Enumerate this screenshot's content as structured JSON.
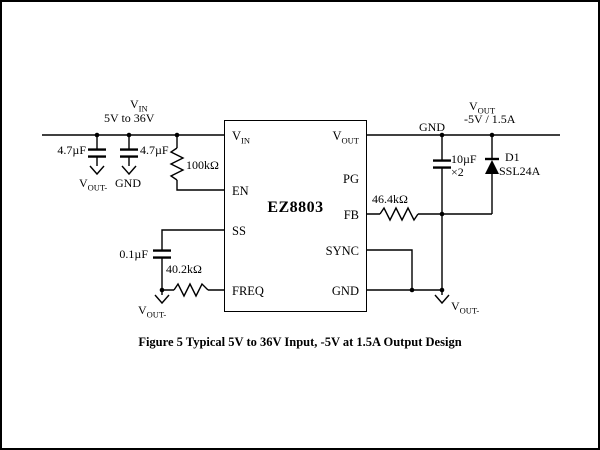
{
  "figure": {
    "caption": "Figure 5 Typical 5V to 36V Input, -5V at 1.5A Output Design"
  },
  "colors": {
    "line": "#000000",
    "background": "#ffffff"
  },
  "ic": {
    "name": "EZ8803",
    "pins": {
      "vin": {
        "main": "V",
        "sub": "IN"
      },
      "en": {
        "main": "EN"
      },
      "ss": {
        "main": "SS"
      },
      "freq": {
        "main": "FREQ"
      },
      "vout": {
        "main": "V",
        "sub": "OUT"
      },
      "pg": {
        "main": "PG"
      },
      "fb": {
        "main": "FB"
      },
      "sync": {
        "main": "SYNC"
      },
      "gnd": {
        "main": "GND"
      }
    }
  },
  "input": {
    "vin_label": {
      "main": "V",
      "sub": "IN"
    },
    "vin_range": "5V to 36V",
    "cap_in1": "4.7µF",
    "cap_in1_ref": {
      "main": "V",
      "sub": "OUT-"
    },
    "cap_in2": "4.7µF",
    "cap_in2_ref": "GND",
    "r_en": "100kΩ"
  },
  "soft_start": {
    "cap_ss": "0.1µF"
  },
  "freq": {
    "r_freq": "40.2kΩ",
    "gnd_ref": {
      "main": "V",
      "sub": "OUT-"
    }
  },
  "output": {
    "rail_label": "GND",
    "vout_label": {
      "main": "V",
      "sub": "OUT"
    },
    "vout_spec": "-5V / 1.5A",
    "cap_out": "10µF",
    "cap_out_qty": "×2",
    "diode_ref": "D1",
    "diode_part": "SSL24A",
    "r_fb": "46.4kΩ",
    "gnd_ref": {
      "main": "V",
      "sub": "OUT-"
    }
  }
}
